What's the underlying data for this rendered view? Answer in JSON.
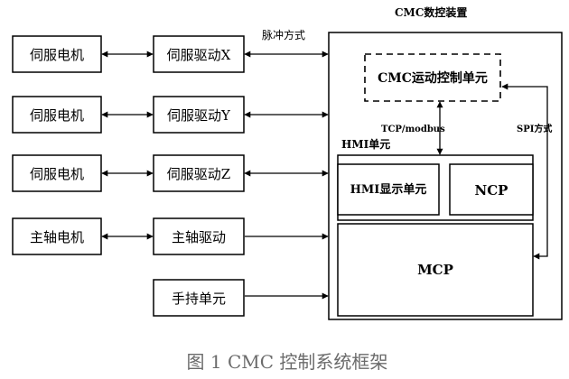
{
  "device_title": "CMC数控装置",
  "motors": [
    "伺服电机",
    "伺服电机",
    "伺服电机",
    "主轴电机"
  ],
  "drives": [
    "伺服驱动X",
    "伺服驱动Y",
    "伺服驱动Z",
    "主轴驱动"
  ],
  "handheld": "手持单元",
  "pulse_label": "脉冲方式",
  "motion_unit": "CMC运动控制单元",
  "tcp_label": "TCP/modbus",
  "spi_label": "SPI方式",
  "hmi_unit_label": "HMI单元",
  "hmi_display": "HMI显示单元",
  "ncp": "NCP",
  "mcp": "MCP",
  "caption": "图 1  CMC 控制系统框架"
}
